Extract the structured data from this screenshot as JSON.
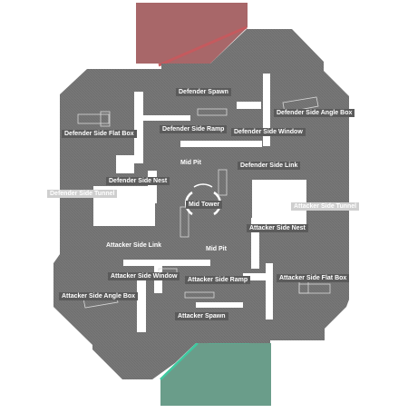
{
  "map": {
    "colors": {
      "floor": "#7a7a7a",
      "wall": "#ffffff",
      "defender_spawn_zone": "#a86769",
      "defender_spawn_edge": "#c55a5e",
      "attacker_spawn_zone": "#6a9d8a",
      "attacker_spawn_edge": "#3fc9a0",
      "label_bg": "#5b5b5b",
      "label_text": "#ffffff"
    },
    "labels": {
      "defender_spawn": "Defender Spawn",
      "defender_side_angle_box": "Defender Side Angle Box",
      "defender_side_ramp": "Defender Side Ramp",
      "defender_side_flat_box": "Defender Side Flat Box",
      "defender_side_window": "Defender Side Window",
      "mid_pit_top": "Mid Pit",
      "defender_side_link": "Defender Side Link",
      "defender_side_nest": "Defender Side Nest",
      "defender_side_tunnel": "Defender Side Tunnel",
      "mid_tower": "Mid Tower",
      "attacker_side_tunnel": "Attacker Side Tunnel",
      "attacker_side_nest": "Attacker Side Nest",
      "attacker_side_link": "Attacker Side Link",
      "mid_pit_bottom": "Mid Pit",
      "attacker_side_window": "Attacker Side Window",
      "attacker_side_ramp": "Attacker Side Ramp",
      "attacker_side_flat_box": "Attacker Side Flat Box",
      "attacker_side_angle_box": "Attacker Side Angle Box",
      "attacker_spawn": "Attacker Spawn"
    }
  }
}
